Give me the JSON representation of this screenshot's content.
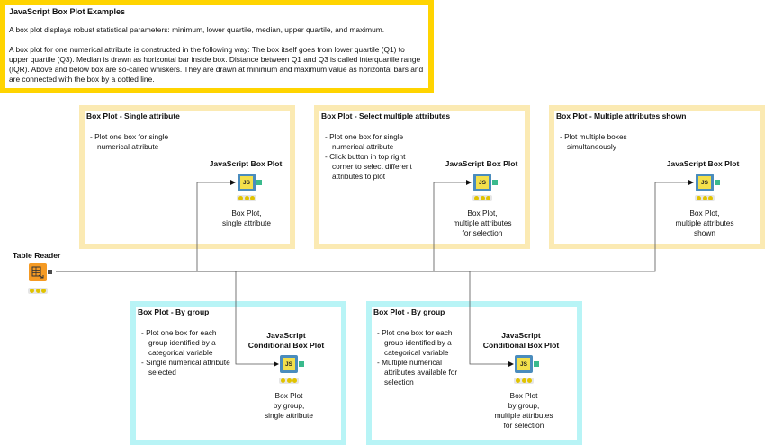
{
  "info": {
    "title": "JavaScript Box Plot Examples",
    "para1": "A box plot displays robust statistical parameters: minimum, lower quartile, median, upper quartile, and maximum.",
    "para2": "A box plot for one numerical attribute is constructed in the following way: The box itself goes from lower quartile (Q1) to upper quartile (Q3). Median is drawn as horizontal bar inside box. Distance between Q1 and Q3 is called interquartile range (IQR). Above and below box are so-called whiskers. They are drawn at minimum and maximum value as horizontal bars and are connected with the box by a dotted line."
  },
  "colors": {
    "info_border": "#ffd400",
    "annotation_yellow": "#fbeab3",
    "annotation_cyan": "#b8f4f6",
    "js_node": "#4a8cbd",
    "reader_node": "#f59a23",
    "port": "#3aba8d"
  },
  "annotations": {
    "single": {
      "title": "Box Plot - Single attribute",
      "items": [
        "Plot one box for single numerical attribute"
      ]
    },
    "select": {
      "title": "Box Plot - Select multiple attributes",
      "items": [
        "Plot one box for single numerical attribute",
        "Click button in top right corner to select different attributes to plot"
      ]
    },
    "multi": {
      "title": "Box Plot - Multiple attributes shown",
      "items": [
        "Plot multiple boxes simultaneously"
      ]
    },
    "group1": {
      "title": "Box Plot - By group",
      "items": [
        "Plot one box for each group identified by a categorical variable",
        "Single numerical attribute selected"
      ]
    },
    "group2": {
      "title": "Box Plot - By group",
      "items": [
        "Plot one box for each group identified by a categorical variable",
        "Multiple numerical attributes available for selection"
      ]
    }
  },
  "nodes": {
    "reader": {
      "title": "Table Reader",
      "icon": "table-reader-icon"
    },
    "n1": {
      "title": "JavaScript Box Plot",
      "caption": [
        "Box Plot,",
        "single attribute"
      ],
      "icon": "js-icon",
      "icon_text": "JS"
    },
    "n2": {
      "title": "JavaScript Box Plot",
      "caption": [
        "Box Plot,",
        "multiple attributes",
        "for selection"
      ],
      "icon": "js-icon",
      "icon_text": "JS"
    },
    "n3": {
      "title": "JavaScript Box Plot",
      "caption": [
        "Box Plot,",
        "multiple attributes",
        "shown"
      ],
      "icon": "js-icon",
      "icon_text": "JS"
    },
    "n4": {
      "title": [
        "JavaScript",
        "Conditional Box Plot"
      ],
      "caption": [
        "Box Plot",
        "by group,",
        "single attribute"
      ],
      "icon": "js-icon",
      "icon_text": "JS"
    },
    "n5": {
      "title": [
        "JavaScript",
        "Conditional Box Plot"
      ],
      "caption": [
        "Box Plot",
        "by group,",
        "multiple attributes",
        "for selection"
      ],
      "icon": "js-icon",
      "icon_text": "JS"
    }
  }
}
